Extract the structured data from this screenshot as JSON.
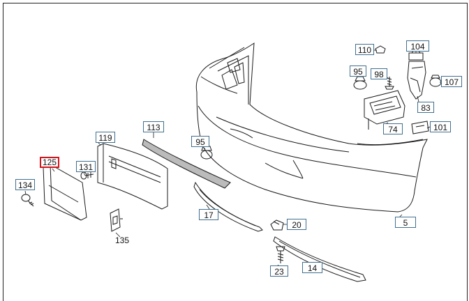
{
  "callouts": [
    {
      "id": "110",
      "text": "110"
    },
    {
      "id": "104",
      "text": "104"
    },
    {
      "id": "95a",
      "text": "95"
    },
    {
      "id": "98",
      "text": "98"
    },
    {
      "id": "107",
      "text": "107"
    },
    {
      "id": "83",
      "text": "83"
    },
    {
      "id": "74",
      "text": "74"
    },
    {
      "id": "101",
      "text": "101"
    },
    {
      "id": "113",
      "text": "113"
    },
    {
      "id": "119",
      "text": "119"
    },
    {
      "id": "95b",
      "text": "95"
    },
    {
      "id": "125",
      "text": "125",
      "selected": true
    },
    {
      "id": "131",
      "text": "131"
    },
    {
      "id": "134",
      "text": "134"
    },
    {
      "id": "17",
      "text": "17"
    },
    {
      "id": "20",
      "text": "20"
    },
    {
      "id": "5",
      "text": "5"
    },
    {
      "id": "23",
      "text": "23"
    },
    {
      "id": "14",
      "text": "14"
    }
  ],
  "plain_labels": {
    "p135": "135"
  },
  "colors": {
    "line": "#1a1a1a",
    "callout_border": "#3f6f8f",
    "selected_border": "#d4151b"
  }
}
